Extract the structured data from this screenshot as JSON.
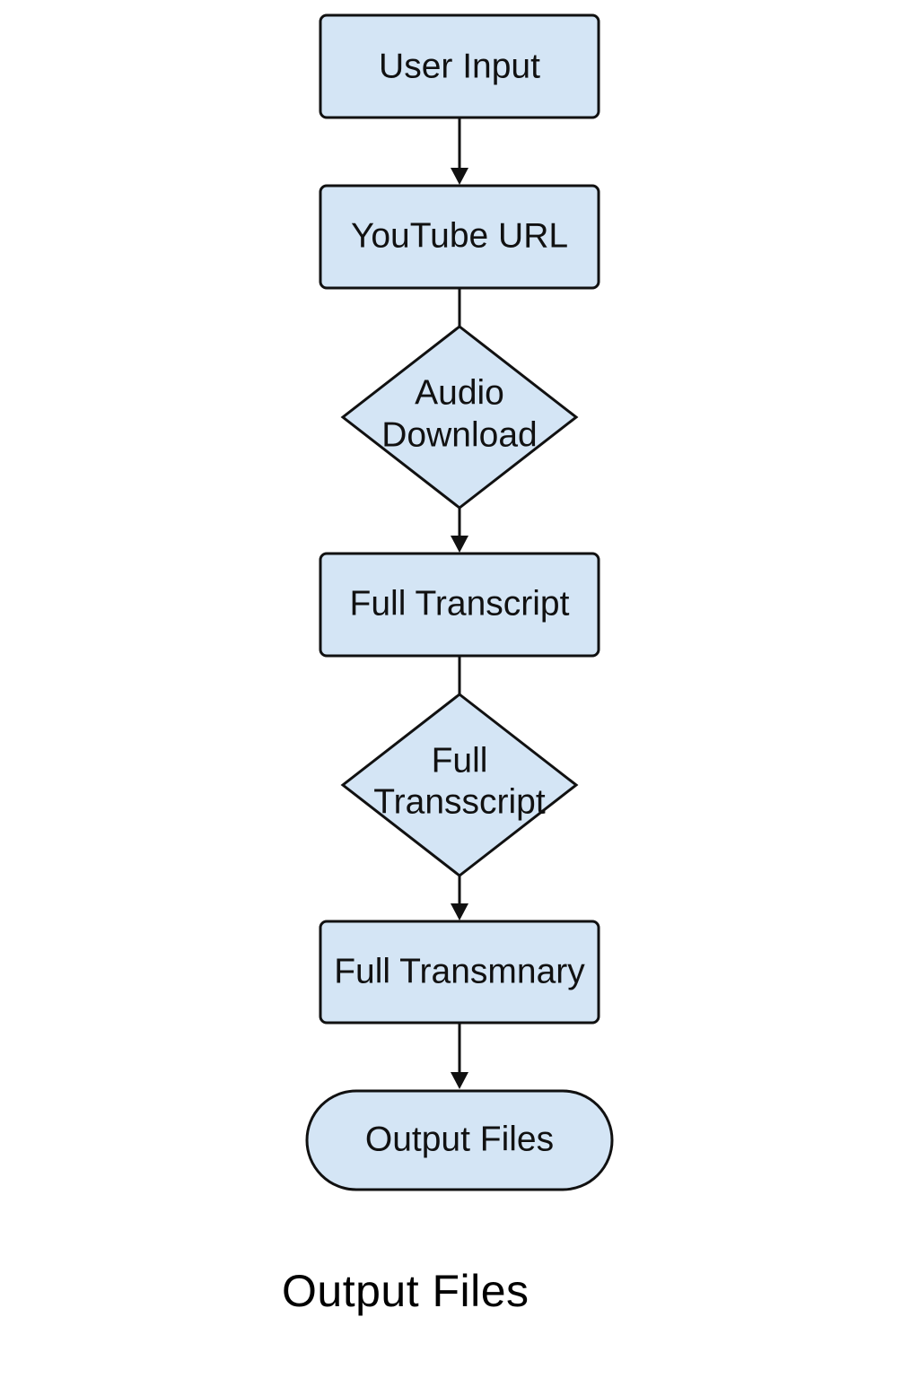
{
  "nodes": {
    "user_input": "User Input",
    "youtube_url": "YouTube URL",
    "audio_download_line1": "Audio",
    "audio_download_line2": "Download",
    "full_transcript": "Full Transcript",
    "full_transscript_line1": "Full",
    "full_transscript_line2": "Transscript",
    "full_transmnary": "Full Transmnary",
    "output_files": "Output Files"
  },
  "footer": {
    "title": "Output Files"
  },
  "colors": {
    "node_fill": "#d4e5f5",
    "stroke": "#111111"
  }
}
